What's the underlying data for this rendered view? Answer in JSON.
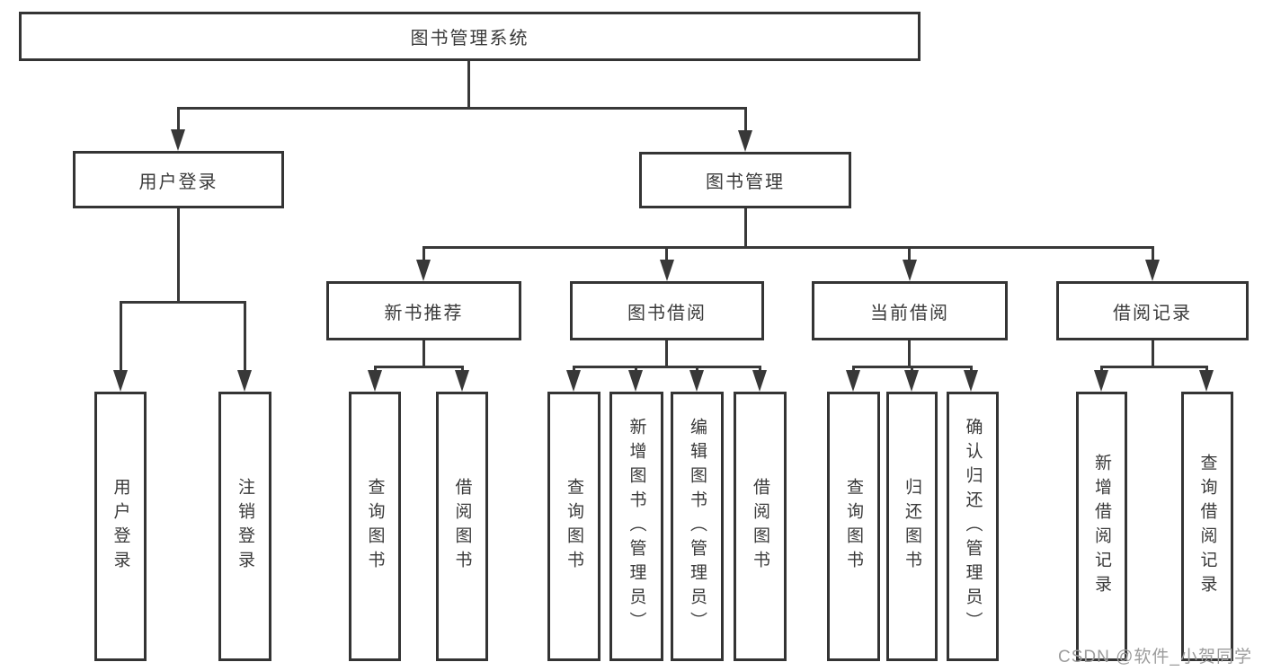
{
  "diagram_type": "function-structure-tree",
  "tree": {
    "label": "图书管理系统",
    "children": [
      {
        "label": "用户登录",
        "children": [
          {
            "label": "用户登录"
          },
          {
            "label": "注销登录"
          }
        ]
      },
      {
        "label": "图书管理",
        "children": [
          {
            "label": "新书推荐",
            "children": [
              {
                "label": "查询图书"
              },
              {
                "label": "借阅图书"
              }
            ]
          },
          {
            "label": "图书借阅",
            "children": [
              {
                "label": "查询图书"
              },
              {
                "label": "新增图书（管理员）"
              },
              {
                "label": "编辑图书（管理员）"
              },
              {
                "label": "借阅图书"
              }
            ]
          },
          {
            "label": "当前借阅",
            "children": [
              {
                "label": "查询图书"
              },
              {
                "label": "归还图书"
              },
              {
                "label": "确认归还（管理员）"
              }
            ]
          },
          {
            "label": "借阅记录",
            "children": [
              {
                "label": "新增借阅记录"
              },
              {
                "label": "查询借阅记录"
              }
            ]
          }
        ]
      }
    ]
  },
  "watermark": {
    "text": "CSDN @软件_小贺同学",
    "color": "#9c9c9c"
  },
  "colors": {
    "background": "#ffffff",
    "line": "#383838",
    "box_border": "#343434",
    "text": "#3a3a3a"
  }
}
